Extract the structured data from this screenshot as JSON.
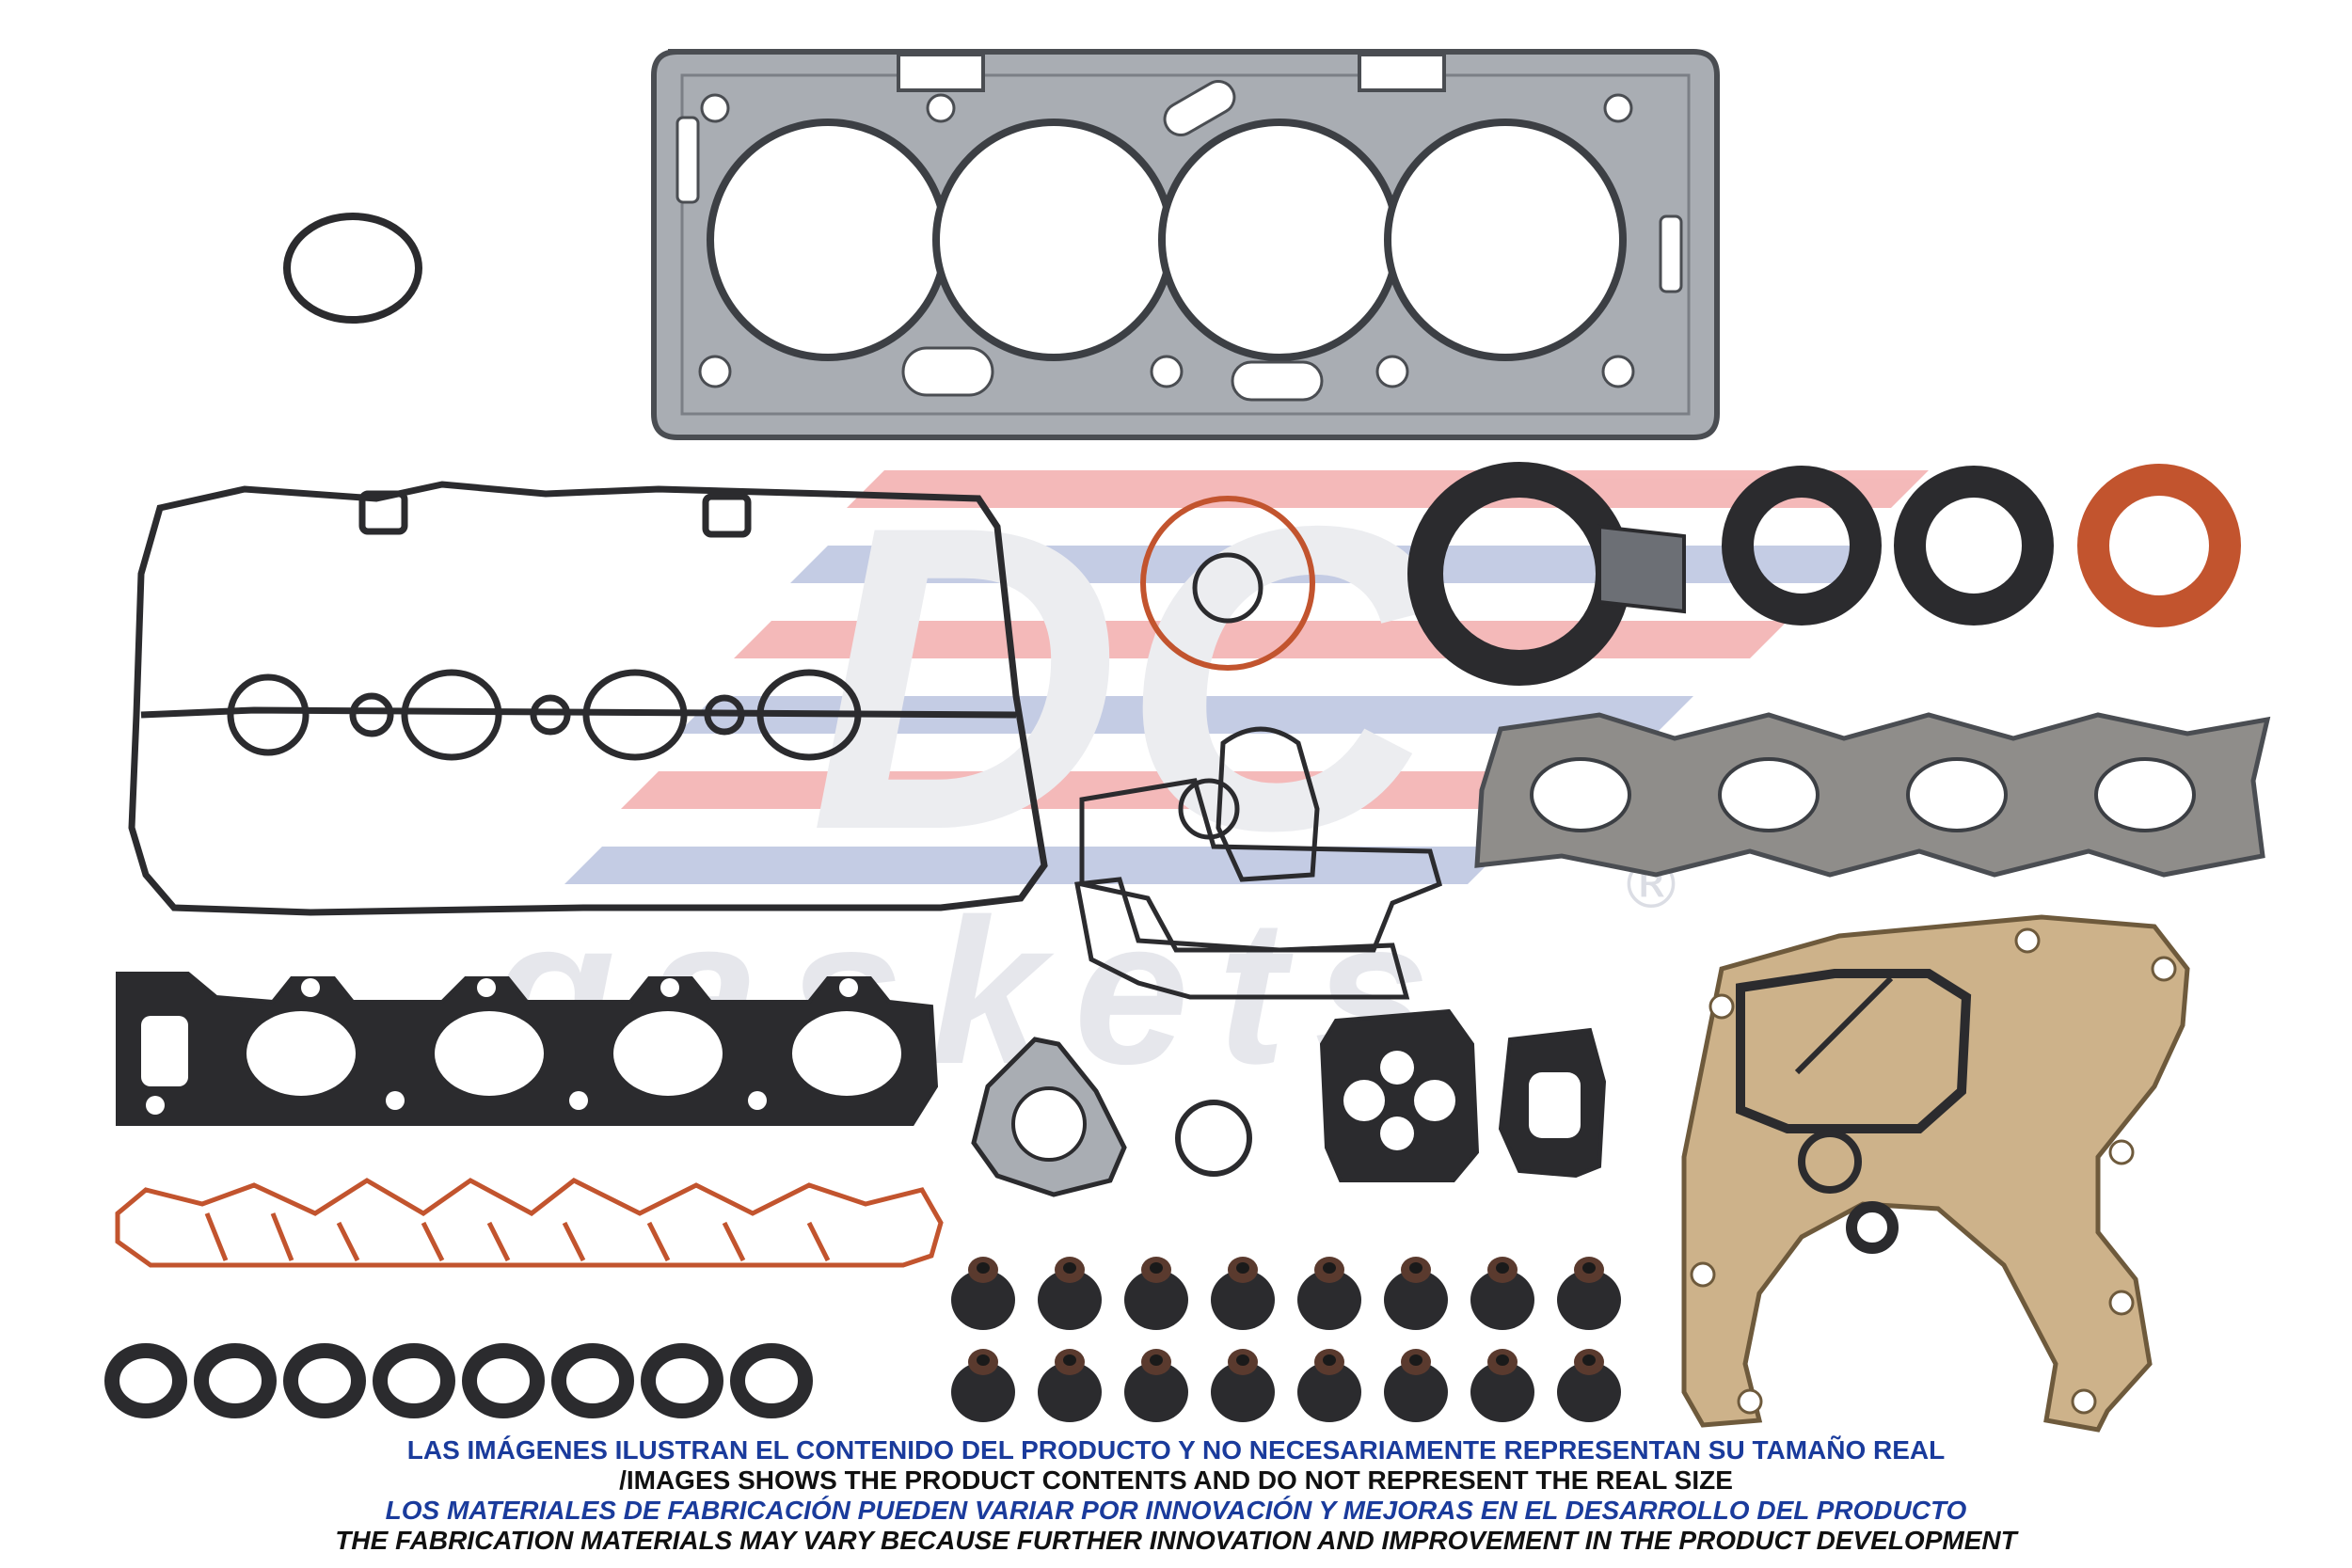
{
  "watermark": {
    "logo_text": "DC",
    "brand_text": "gaskets",
    "registered_mark": "®",
    "colors": {
      "red": "#e23a3a",
      "blue": "#5a6fb4",
      "grey": "#c9ccd6"
    }
  },
  "icons": {
    "head_gasket": "cylinder-head-gasket-icon",
    "valve_cover": "valve-cover-gasket-icon",
    "exhaust_manifold": "exhaust-manifold-gasket-icon",
    "intake_manifold": "intake-manifold-gasket-icon",
    "timing_cover": "timing-cover-gasket-icon",
    "seal": "oil-seal-icon",
    "o_ring": "o-ring-icon",
    "valve_stem_seal": "valve-stem-seal-icon"
  },
  "part_colors": {
    "steel": "#a9adb3",
    "steel_dark": "#4a4d52",
    "rubber": "#2b2b2e",
    "orange_rubber": "#c2542e",
    "fiber": "#cdb28a",
    "graphite": "#8f8d8a"
  },
  "counts": {
    "valve_stem_seals": 16,
    "o_rings_bottom": 8,
    "oil_seals_round": 3
  },
  "captions": [
    {
      "text": "LAS IMÁGENES ILUSTRAN EL CONTENIDO DEL PRODUCTO Y NO NECESARIAMENTE REPRESENTAN SU TAMAÑO REAL",
      "style": "blue"
    },
    {
      "text": "/IMAGES SHOWS THE PRODUCT CONTENTS AND DO NOT REPRESENT THE REAL SIZE",
      "style": "black"
    },
    {
      "text": "LOS MATERIALES DE FABRICACIÓN PUEDEN VARIAR POR INNOVACIÓN Y MEJORAS EN EL DESARROLLO DEL PRODUCTO",
      "style": "blue-italic"
    },
    {
      "text": "THE FABRICATION MATERIALS MAY VARY BECAUSE FURTHER INNOVATION AND IMPROVEMENT IN THE PRODUCT DEVELOPMENT",
      "style": "black-italic"
    }
  ]
}
